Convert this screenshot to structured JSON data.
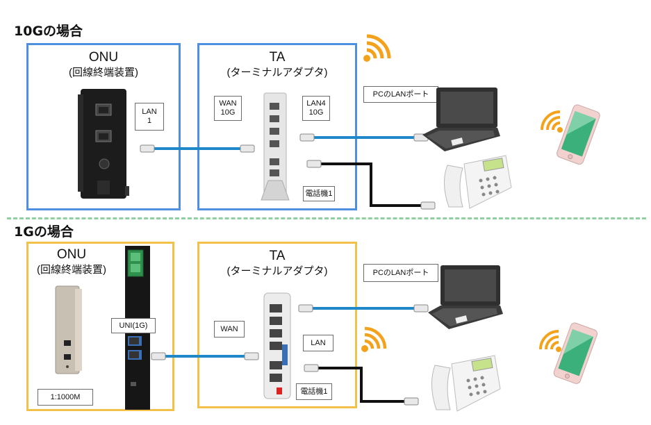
{
  "sections": [
    {
      "title": "10Gの場合",
      "onu": {
        "title": "ONU",
        "subtitle": "(回線終端装置)"
      },
      "ta": {
        "title": "TA",
        "subtitle": "(ターミナルアダプタ)"
      },
      "tags": {
        "lan1": "LAN\n1",
        "wan": "WAN\n10G",
        "lan4": "LAN4\n10G",
        "pc_port": "PCのLANポート",
        "phone": "電話機1"
      },
      "frame_color": "#4f8fe0"
    },
    {
      "title": "1Gの場合",
      "onu": {
        "title": "ONU",
        "subtitle": "(回線終端装置)"
      },
      "ta": {
        "title": "TA",
        "subtitle": "(ターミナルアダプタ)"
      },
      "tags": {
        "uni": "UNI(1G)",
        "ratio": "1:1000M",
        "wan": "WAN",
        "lan": "LAN",
        "pc_port": "PCのLANポート",
        "phone": "電話機1"
      },
      "frame_color": "#f2c14a"
    }
  ],
  "colors": {
    "lan_cable": "#1e88c8",
    "phone_cable": "#111111",
    "wifi": "#f4a21b",
    "divider": "#8fd1a1"
  },
  "icons": [
    "onu-device",
    "ta-device",
    "laptop",
    "desk-phone",
    "smartphone",
    "wifi-icon",
    "lan-connector"
  ]
}
